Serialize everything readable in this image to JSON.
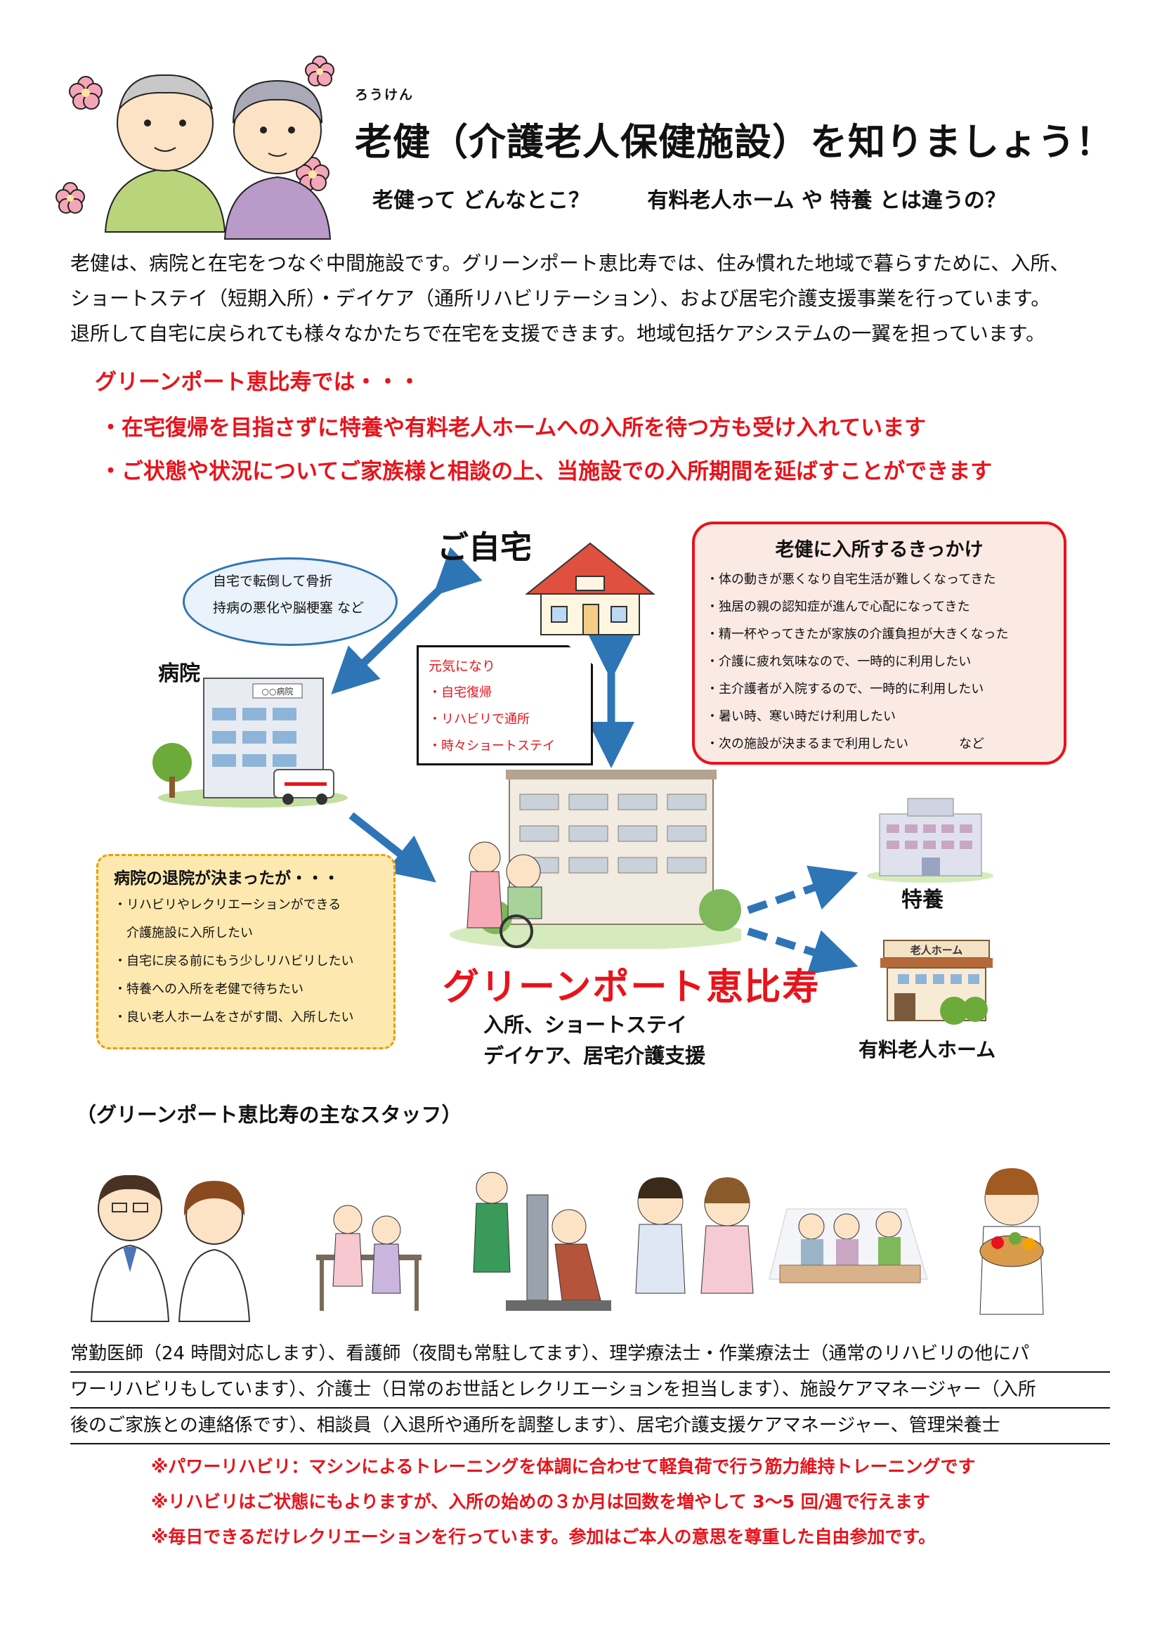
{
  "header": {
    "ruby": "ろうけん",
    "title": "老健（介護老人保健施設）を知りましょう！",
    "subtitle_1": "老健って どんなとこ？",
    "subtitle_2": "有料老人ホーム や 特養 とは違うの？"
  },
  "intro": [
    "老健は、病院と在宅をつなぐ中間施設です。グリーンポート恵比寿では、住み慣れた地域で暮らすために、入所、",
    "ショートステイ（短期入所）・デイケア（通所リハビリテーション）、および居宅介護支援事業を行っています。",
    "退所して自宅に戻られても様々なかたちで在宅を支援できます。地域包括ケアシステムの一翼を担っています。"
  ],
  "greenport": {
    "heading": "グリーンポート恵比寿では・・・",
    "points": [
      "・在宅復帰を目指さずに特養や有料老人ホームへの入所を待つ方も受け入れています",
      "・ご状態や状況についてご家族様と相談の上、当施設での入所期間を延ばすことができます"
    ]
  },
  "diagram": {
    "home_label": "ご自宅",
    "hospital_label": "病院",
    "hospital_sign": "○○病院",
    "bubble": [
      "自宅で転倒して骨折",
      "持病の悪化や脳梗塞 など"
    ],
    "genki": {
      "title": "元気になり",
      "items": [
        "・自宅復帰",
        "・リハビリで通所",
        "・時々ショートステイ"
      ]
    },
    "reasons": {
      "title": "老健に入所するきっかけ",
      "items": [
        "・体の動きが悪くなり自宅生活が難しくなってきた",
        "・独居の親の認知症が進んで心配になってきた",
        "・精一杯やってきたが家族の介護負担が大きくなった",
        "・介護に疲れ気味なので、一時的に利用したい",
        "・主介護者が入院するので、一時的に利用したい",
        "・暑い時、寒い時だけ利用したい",
        "・次の施設が決まるまで利用したい　　　　など"
      ]
    },
    "discharge": {
      "title": "病院の退院が決まったが・・・",
      "items": [
        "・リハビリやレクリエーションができる",
        "　介護施設に入所したい",
        "・自宅に戻る前にもう少しリハビリしたい",
        "・特養への入所を老健で待ちたい",
        "・良い老人ホームをさがす間、入所したい"
      ]
    },
    "facility_name": "グリーンポート恵比寿",
    "services": [
      "入所、ショートステイ",
      "デイケア、居宅介護支援"
    ],
    "tokuyou_label": "特養",
    "yuryo_label": "有料老人ホーム",
    "yuryo_sign": "老人ホーム"
  },
  "staff": {
    "title": "（グリーンポート恵比寿の主なスタッフ）",
    "text": [
      "常勤医師（24 時間対応します）、看護師（夜間も常駐してます）、理学療法士・作業療法士（通常のリハビリの他にパ",
      "ワーリハビリもしています）、介護士（日常のお世話とレクリエーションを担当します）、施設ケアマネージャー（入所",
      "後のご家族との連絡係です）、相談員（入退所や通所を調整します）、居宅介護支援ケアマネージャー、管理栄養士"
    ],
    "notes": [
      "※パワーリハビリ：マシンによるトレーニングを体調に合わせて軽負荷で行う筋力維持トレーニングです",
      "※リハビリはご状態にもよりますが、入所の始めの３か月は回数を増やして 3～5 回/週で行えます",
      "※毎日できるだけレクリエーションを行っています。参加はご本人の意思を尊重した自由参加です。"
    ]
  },
  "colors": {
    "accent_red": "#e8131b",
    "arrow_blue": "#2e75b6",
    "reasons_bg": "#fbe9e4",
    "discharge_bg": "#fde8b0"
  }
}
